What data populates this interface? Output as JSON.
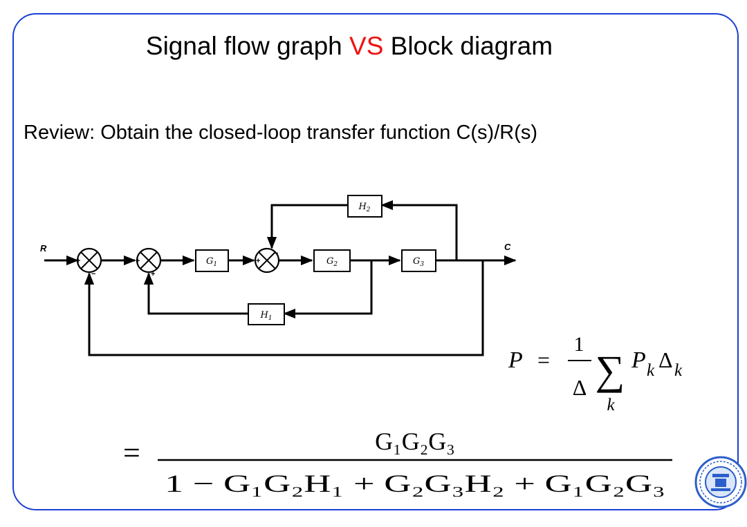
{
  "slide": {
    "title_part1": "Signal flow graph ",
    "title_vs": "VS",
    "title_part2": " Block diagram",
    "subtitle": "Review: Obtain the closed-loop transfer function C(s)/R(s)"
  },
  "diagram": {
    "input_label": "R",
    "output_label": "C",
    "blocks": {
      "G1": {
        "main": "G",
        "sub": "1"
      },
      "G2": {
        "main": "G",
        "sub": "2"
      },
      "G3": {
        "main": "G",
        "sub": "3"
      },
      "H1": {
        "main": "H",
        "sub": "1"
      },
      "H2": {
        "main": "H",
        "sub": "2"
      }
    },
    "signs": {
      "s1_in": "+",
      "s1_fb": "−",
      "s2_in": "+",
      "s2_fb": "+",
      "s3_in": "+",
      "s3_fb": "−"
    }
  },
  "mason": {
    "lhs": "P",
    "eq": "=",
    "num": "1",
    "den": "Δ",
    "sum": "∑",
    "sum_index": "k",
    "term_P": "P",
    "term_P_sub": "k",
    "term_D": "Δ",
    "term_D_sub": "k"
  },
  "result": {
    "eq": "=",
    "numerator": "G₁G₂G₃",
    "denominator": "1 − G₁G₂H₁ + G₂G₃H₂ + G₁G₂G₃"
  },
  "colors": {
    "frame": "#1a3fd6",
    "vs": "#ee1111",
    "logo": "#2b5fc9"
  }
}
